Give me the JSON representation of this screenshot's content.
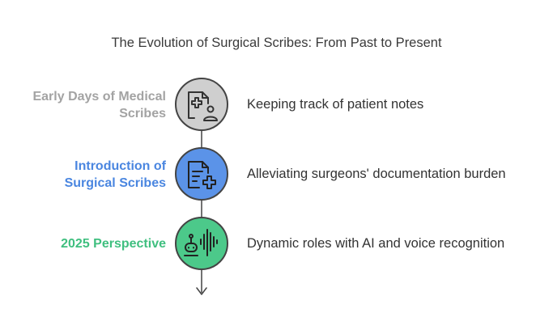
{
  "title": "The Evolution of Surgical Scribes: From Past to Present",
  "stages": [
    {
      "label_lines": [
        "Early Days of Medical",
        "Scribes"
      ],
      "description": "Keeping track of patient notes",
      "icon": "medical-record-person-icon",
      "color": "#a3a3a3",
      "fill": "#cfcfcf"
    },
    {
      "label_lines": [
        "Introduction of",
        "Surgical Scribes"
      ],
      "description": "Alleviating surgeons' documentation burden",
      "icon": "document-plus-icon",
      "color": "#4a86e0",
      "fill": "#5b93e8"
    },
    {
      "label_lines": [
        "2025 Perspective"
      ],
      "description": "Dynamic roles with AI and voice recognition",
      "icon": "robot-voice-wave-icon",
      "color": "#3fbf7f",
      "fill": "#4cc98a"
    }
  ]
}
